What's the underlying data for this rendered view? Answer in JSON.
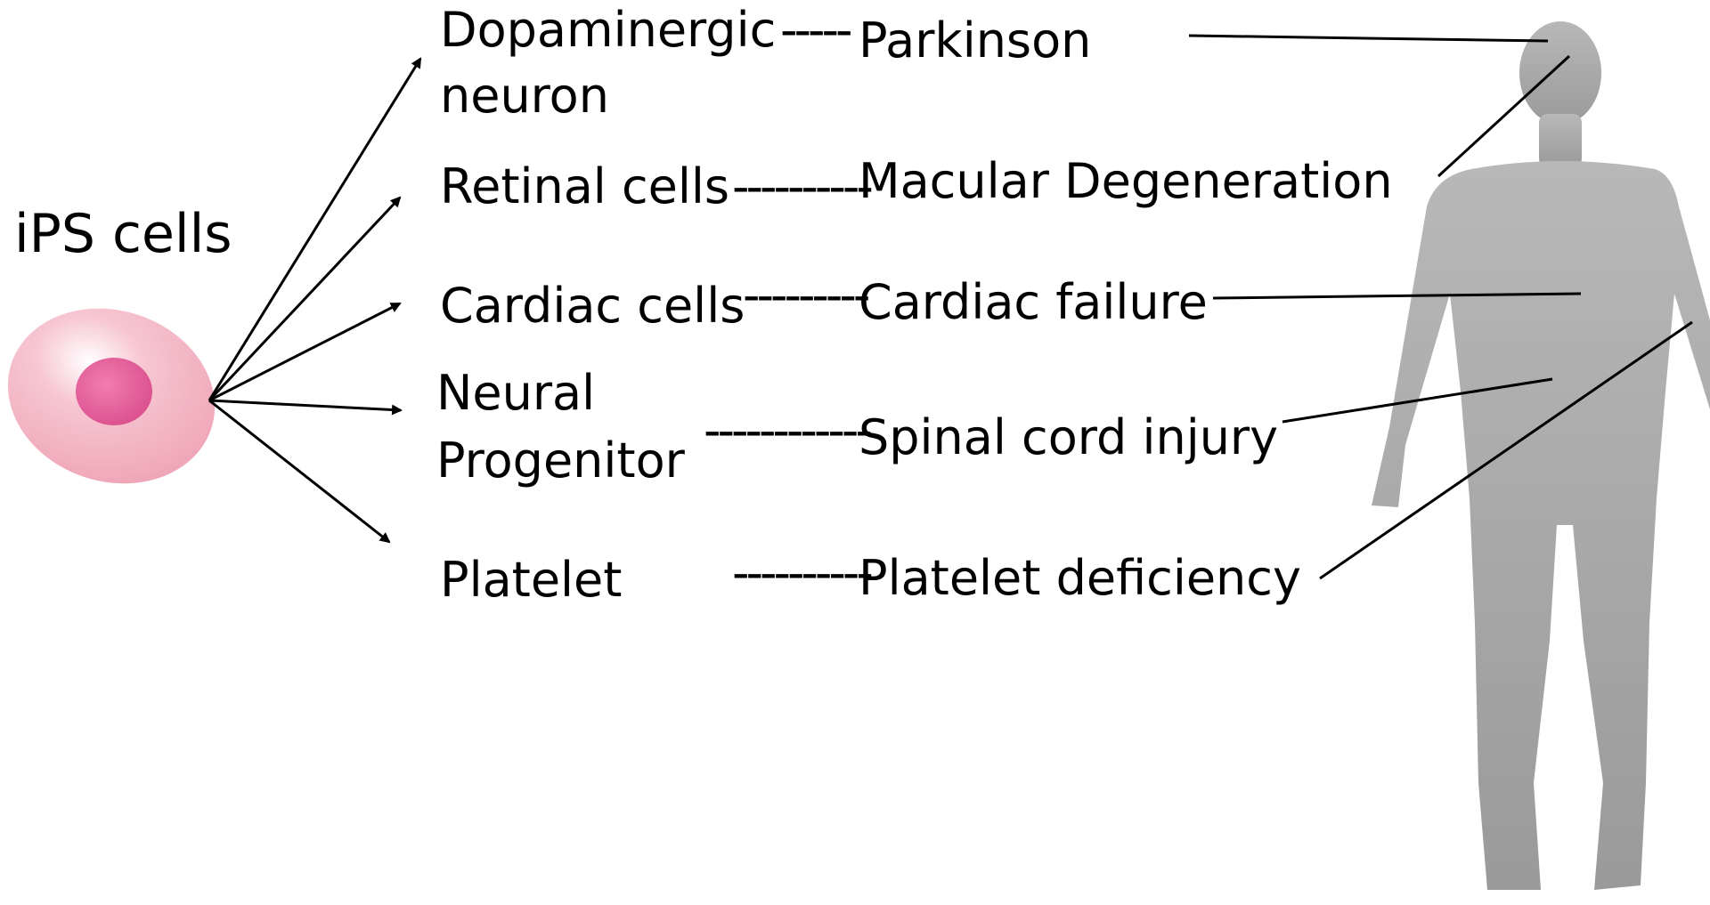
{
  "diagram": {
    "title": "iPS cells",
    "cell_types": [
      {
        "line1": "Dopaminergic",
        "line2": "neuron"
      },
      {
        "line1": "Retinal cells"
      },
      {
        "line1": "Cardiac cells"
      },
      {
        "line1": "Neural",
        "line2": "Progenitor"
      },
      {
        "line1": "Platelet"
      }
    ],
    "diseases": [
      "Parkinson",
      "Macular Degeneration",
      "Cardiac failure",
      "Spinal cord injury",
      "Platelet deficiency"
    ],
    "colors": {
      "cell_outer": "#f0a8b8",
      "cell_nucleus": "#e0609a",
      "silhouette": "#a8a8a8",
      "lines": "#000000"
    }
  }
}
